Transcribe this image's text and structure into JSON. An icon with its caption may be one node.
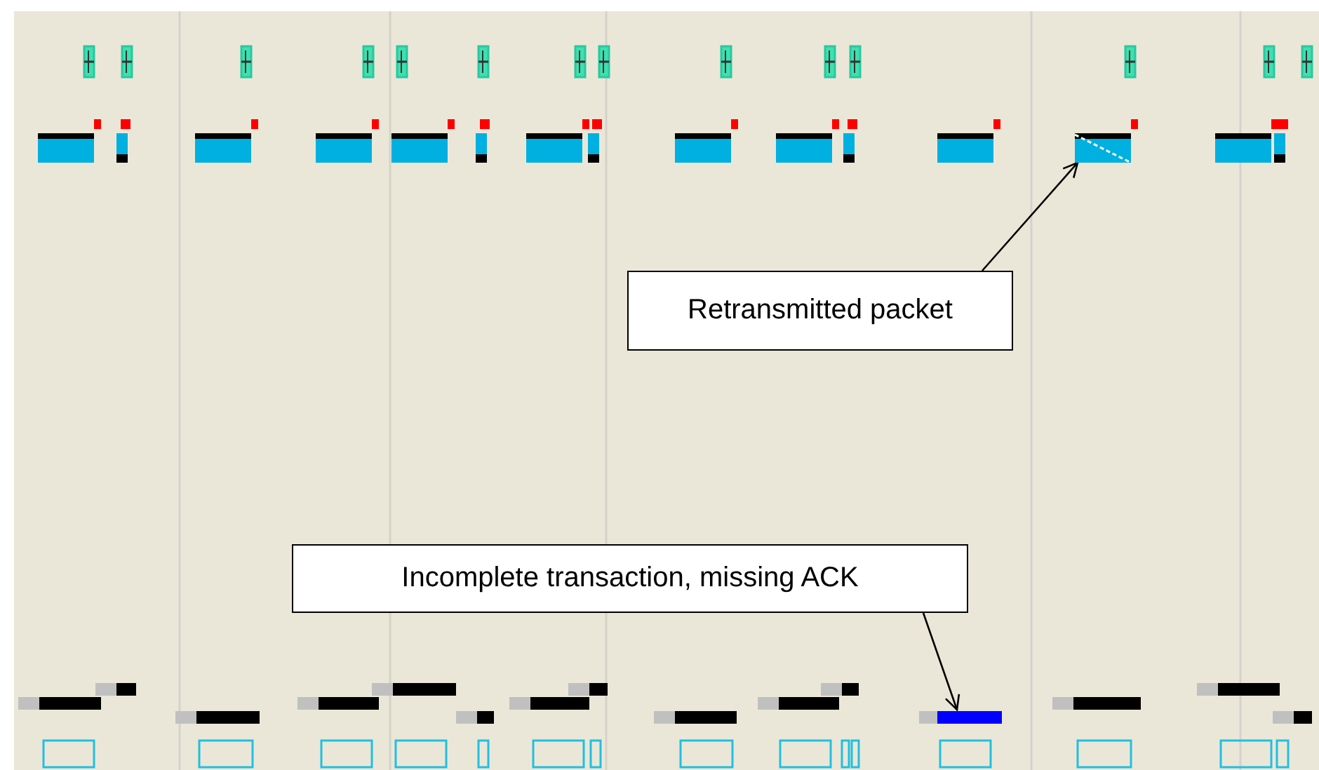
{
  "diagram": {
    "nodes": [
      {
        "text": [
          "Retransmitted packet"
        ]
      },
      {
        "text": [],
        "shape": "box"
      },
      {
        "text": [
          "Incomplete transaction, missing ACK"
        ]
      },
      {
        "text": [],
        "shape": "bar"
      }
    ],
    "edges": [
      {
        "from": 0,
        "to": 1,
        "arrow": "to"
      },
      {
        "from": 2,
        "to": 3,
        "arrow": "to"
      }
    ]
  }
}
